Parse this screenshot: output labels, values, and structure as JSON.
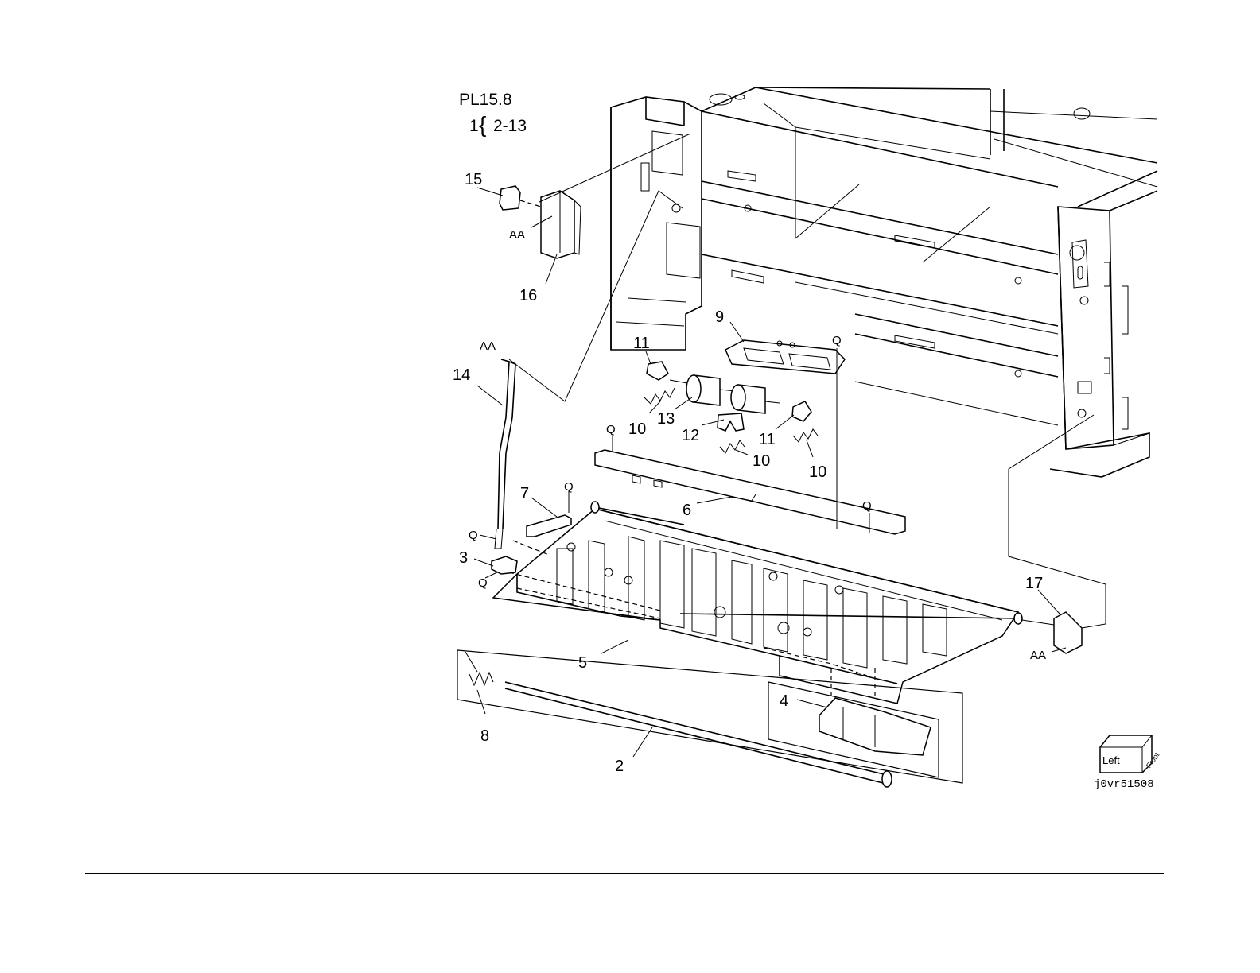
{
  "header": {
    "plate": "PL15.8",
    "assembly_index": "1",
    "brace": "{",
    "assembly_range": "2-13"
  },
  "callouts": [
    "2",
    "3",
    "4",
    "5",
    "6",
    "7",
    "8",
    "9",
    "10",
    "11",
    "12",
    "13",
    "14",
    "15",
    "16",
    "17"
  ],
  "labels": {
    "c2": "2",
    "c3": "3",
    "c4": "4",
    "c5": "5",
    "c6": "6",
    "c7": "7",
    "c8": "8",
    "c9": "9",
    "c10": "10",
    "c11": "11",
    "c12": "12",
    "c13": "13",
    "c14": "14",
    "c15": "15",
    "c16": "16",
    "c17": "17"
  },
  "refs": {
    "aa": "AA",
    "q": "Q"
  },
  "orientation_cube": {
    "left": "Left",
    "front": "Front"
  },
  "figure_id": "j0vr51508"
}
